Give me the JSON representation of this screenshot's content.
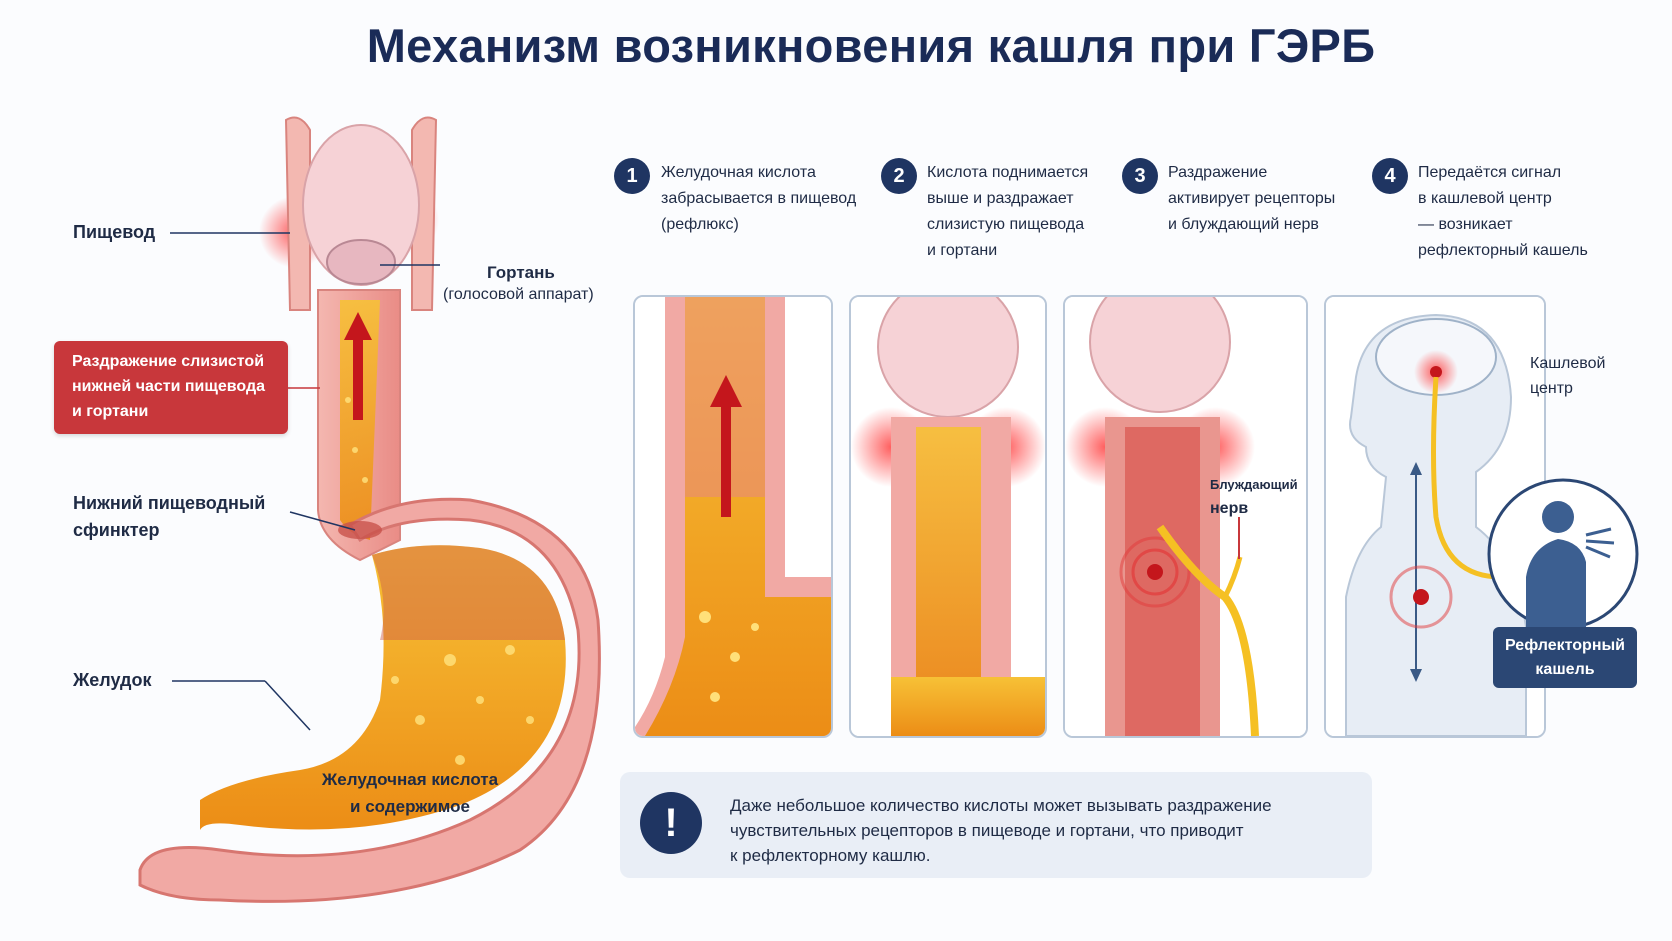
{
  "title": "Механизм возникновения кашля при ГЭРБ",
  "anatomy": {
    "esophagus": "Пищевод",
    "larynx": "Гортань",
    "larynx_sub": "(голосовой аппарат)",
    "irritation": [
      "Раздражение слизистой",
      "нижней части пищевода",
      "и гортани"
    ],
    "sphincter": [
      "Нижний пищеводный",
      "сфинктер"
    ],
    "stomach": "Желудок",
    "acid": [
      "Желудочная кислота",
      "и содержимое"
    ]
  },
  "steps": [
    {
      "num": "1",
      "lines": [
        "Желудочная кислота",
        "забрасывается в пищевод",
        "(рефлюкс)"
      ]
    },
    {
      "num": "2",
      "lines": [
        "Кислота поднимается",
        "выше и раздражает",
        "слизистую пищевода",
        "и гортани"
      ]
    },
    {
      "num": "3",
      "lines": [
        "Раздражение",
        "активирует рецепторы",
        "и блуждающий нерв"
      ]
    },
    {
      "num": "4",
      "lines": [
        "Передаётся сигнал",
        "в кашлевой центр",
        "— возникает",
        "рефлекторный кашель"
      ]
    }
  ],
  "panels": {
    "vagus_label_top": "Блуждающий",
    "vagus_label_bottom": "нерв",
    "cough_center": [
      "Кашлевой",
      "центр"
    ],
    "reflex_cough": [
      "Рефлекторный",
      "кашель"
    ]
  },
  "note": {
    "icon": "!",
    "lines": [
      "Даже небольшое количество кислоты может вызывать раздражение",
      "чувствительных рецепторов в пищеводе и гортани, что приводит",
      "к рефлекторному кашлю."
    ]
  },
  "icons": [
    "exclamation-icon",
    "up-arrow-icon",
    "head-silhouette-icon",
    "coughing-person-icon"
  ],
  "colors": {
    "navy": "#1f3562",
    "alert_red": "#c8373b",
    "acid_yellow": "#f5b324",
    "tissue_pink": "#f1a9a4"
  }
}
